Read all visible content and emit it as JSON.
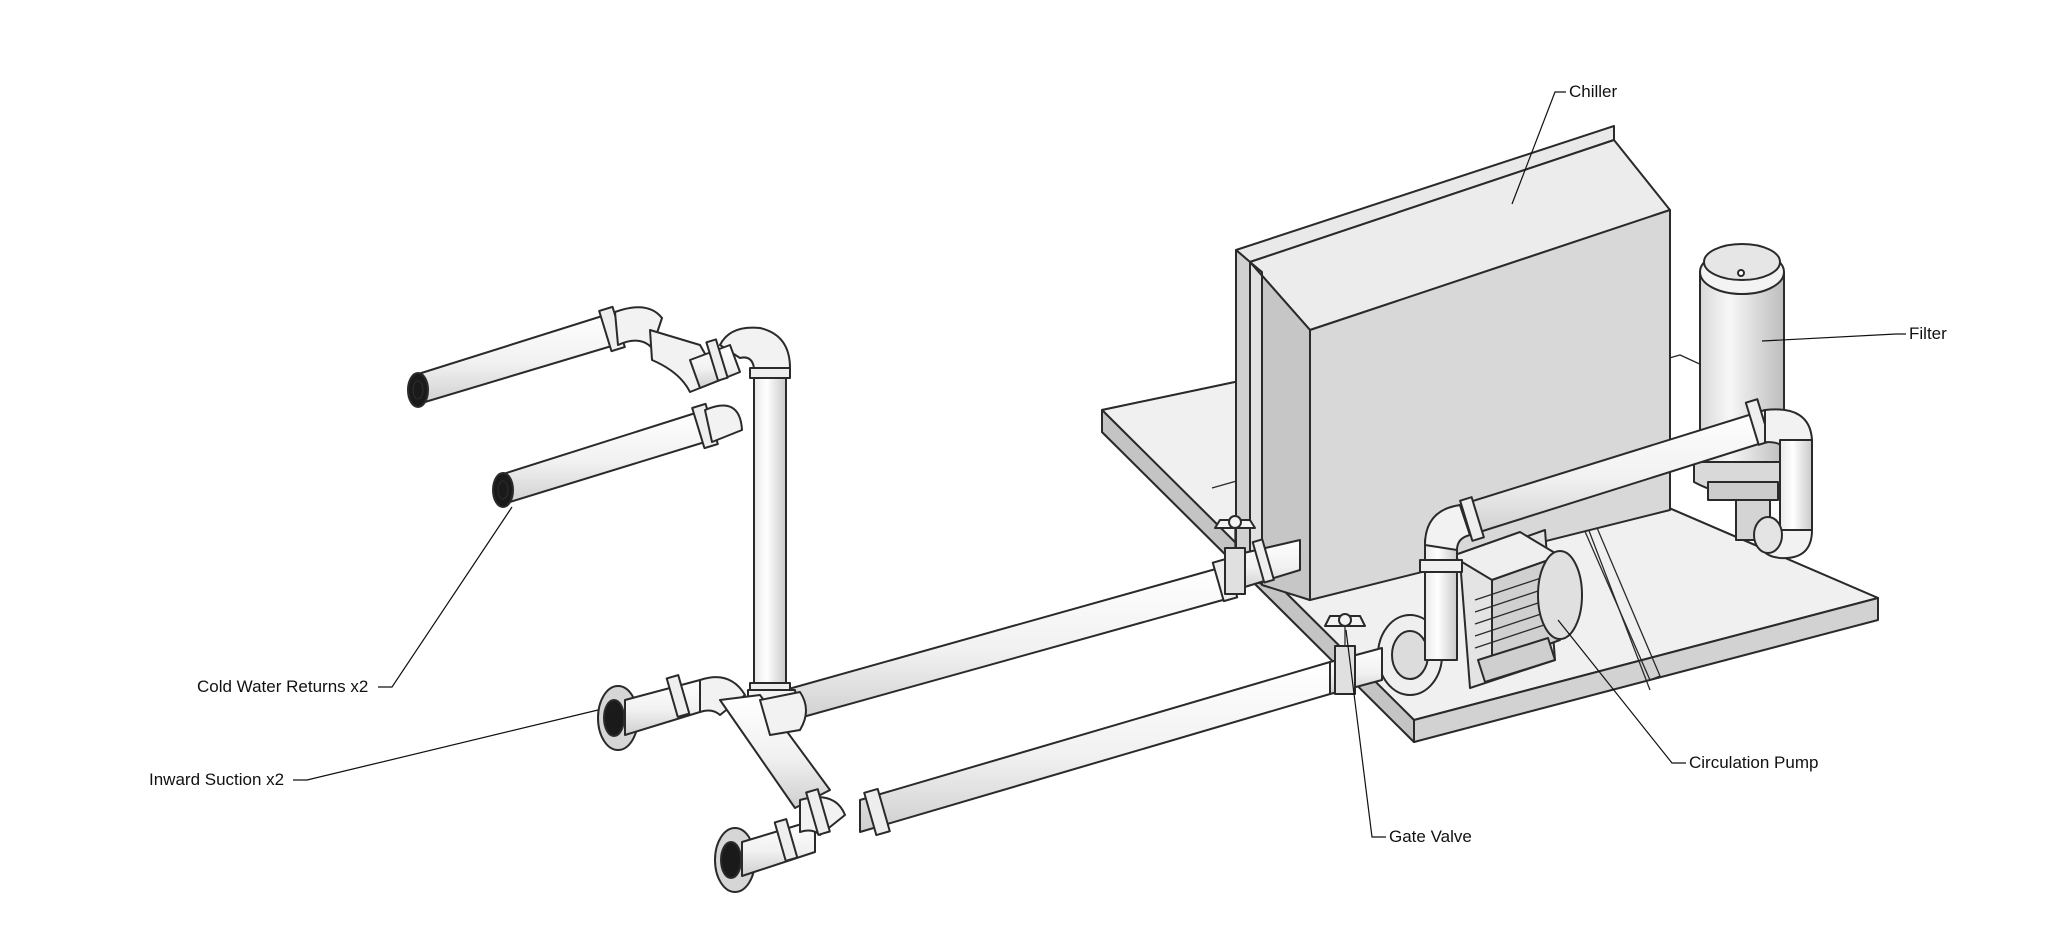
{
  "labels": {
    "chiller": "Chiller",
    "filter": "Filter",
    "cold_water_returns": "Cold Water Returns x2",
    "inward_suction": "Inward Suction x2",
    "circulation_pump": "Circulation Pump",
    "gate_valve": "Gate Valve"
  },
  "colors": {
    "line": "#2a2a2a",
    "surface_light": "#f4f4f4",
    "surface_mid": "#dcdcdc",
    "surface_dark": "#b8b8b8",
    "background": "#ffffff"
  }
}
